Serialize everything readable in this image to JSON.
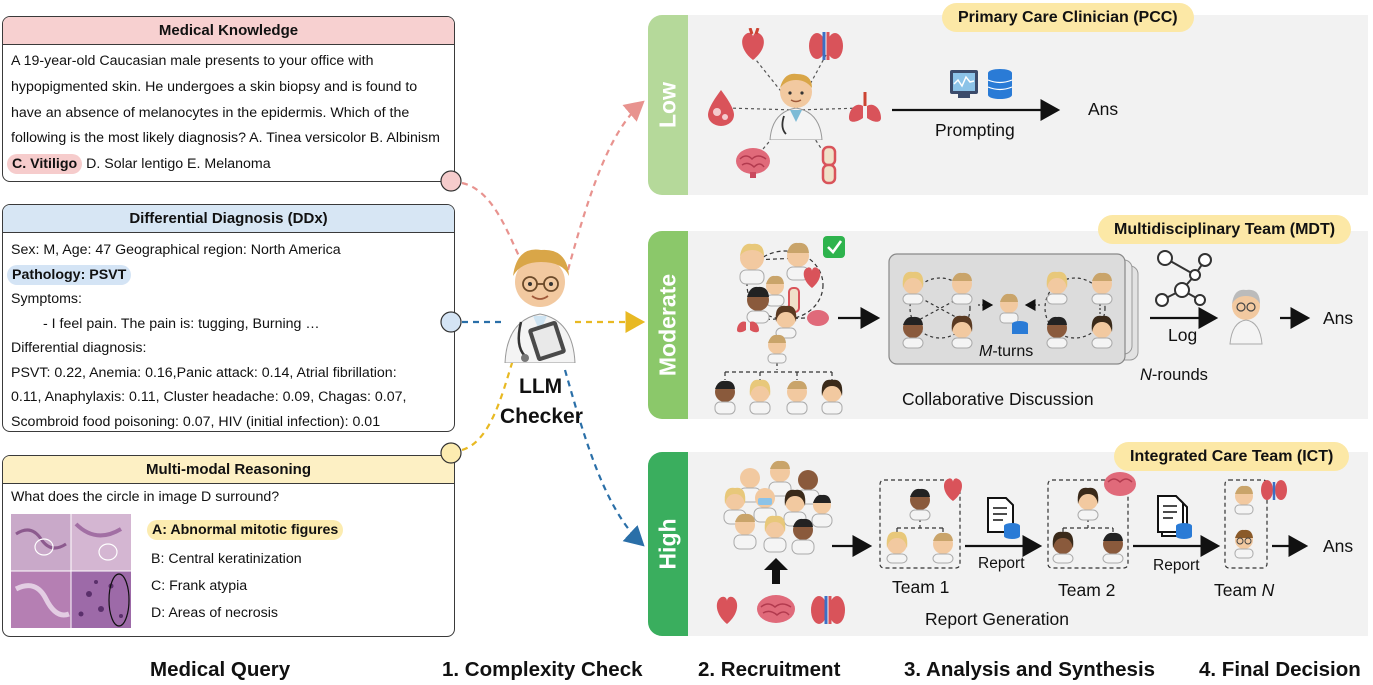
{
  "medical_knowledge": {
    "title": "Medical Knowledge",
    "lines": [
      "A 19-year-old Caucasian male presents to your office with",
      "hypopigmented skin. He undergoes a skin biopsy and is found to",
      "have an absence of melanocytes in the epidermis. Which of the",
      "following is the most likely diagnosis? A. Tinea versicolor B. Albinism"
    ],
    "answer": "C. Vitiligo",
    "answer_rest": " D. Solar lentigo E. Melanoma"
  },
  "ddx": {
    "title": "Differential Diagnosis (DDx)",
    "line1": "Sex: M, Age: 47 Geographical region: North America",
    "pathology": "Pathology: PSVT",
    "symptoms_label": "Symptoms:",
    "symptom": "- I feel pain. The pain is: tugging, Burning …",
    "dd_label": "Differential diagnosis:",
    "dd_lines": [
      "PSVT: 0.22, Anemia: 0.16,Panic attack: 0.14, Atrial fibrillation:",
      "0.11, Anaphylaxis: 0.11, Cluster headache: 0.09, Chagas: 0.07,",
      "Scombroid food poisoning: 0.07, HIV (initial infection): 0.01"
    ]
  },
  "multimodal": {
    "title": "Multi-modal Reasoning",
    "question": "What does the circle in image D surround?",
    "answer": "A: Abnormal mitotic figures",
    "options": [
      "B: Central keratinization",
      "C: Frank atypia",
      "D: Areas of necrosis"
    ]
  },
  "checker": {
    "line1": "LLM",
    "line2": "Checker"
  },
  "low": {
    "tab": "Low",
    "pill": "Primary Care Clinician (PCC)",
    "method": "Prompting",
    "ans": "Ans"
  },
  "moderate": {
    "tab": "Moderate",
    "pill": "Multidisciplinary Team (MDT)",
    "turns_em": "M",
    "turns_rest": "-turns",
    "caption": "Collaborative Discussion",
    "rounds_em": "N",
    "rounds_rest": "-rounds",
    "log": "Log",
    "ans": "Ans"
  },
  "high": {
    "tab": "High",
    "pill": "Integrated Care Team (ICT)",
    "team1": "Team 1",
    "team2": "Team 2",
    "teamN_prefix": "Team ",
    "teamN_em": "N",
    "report": "Report",
    "caption": "Report Generation",
    "ans": "Ans"
  },
  "steps": [
    "Medical Query",
    "1. Complexity Check",
    "2. Recruitment",
    "3. Analysis and Synthesis",
    "4. Final Decision"
  ],
  "colors": {
    "red": "#e8938f",
    "blue": "#2a6fa8",
    "yellow": "#e8b923",
    "tab_low": "#b5d99a",
    "tab_mod": "#8bc86a",
    "tab_high": "#3aae5e",
    "head_red": "#f7d0d0",
    "head_blue": "#d7e6f4",
    "head_yellow": "#fdf0c4"
  }
}
